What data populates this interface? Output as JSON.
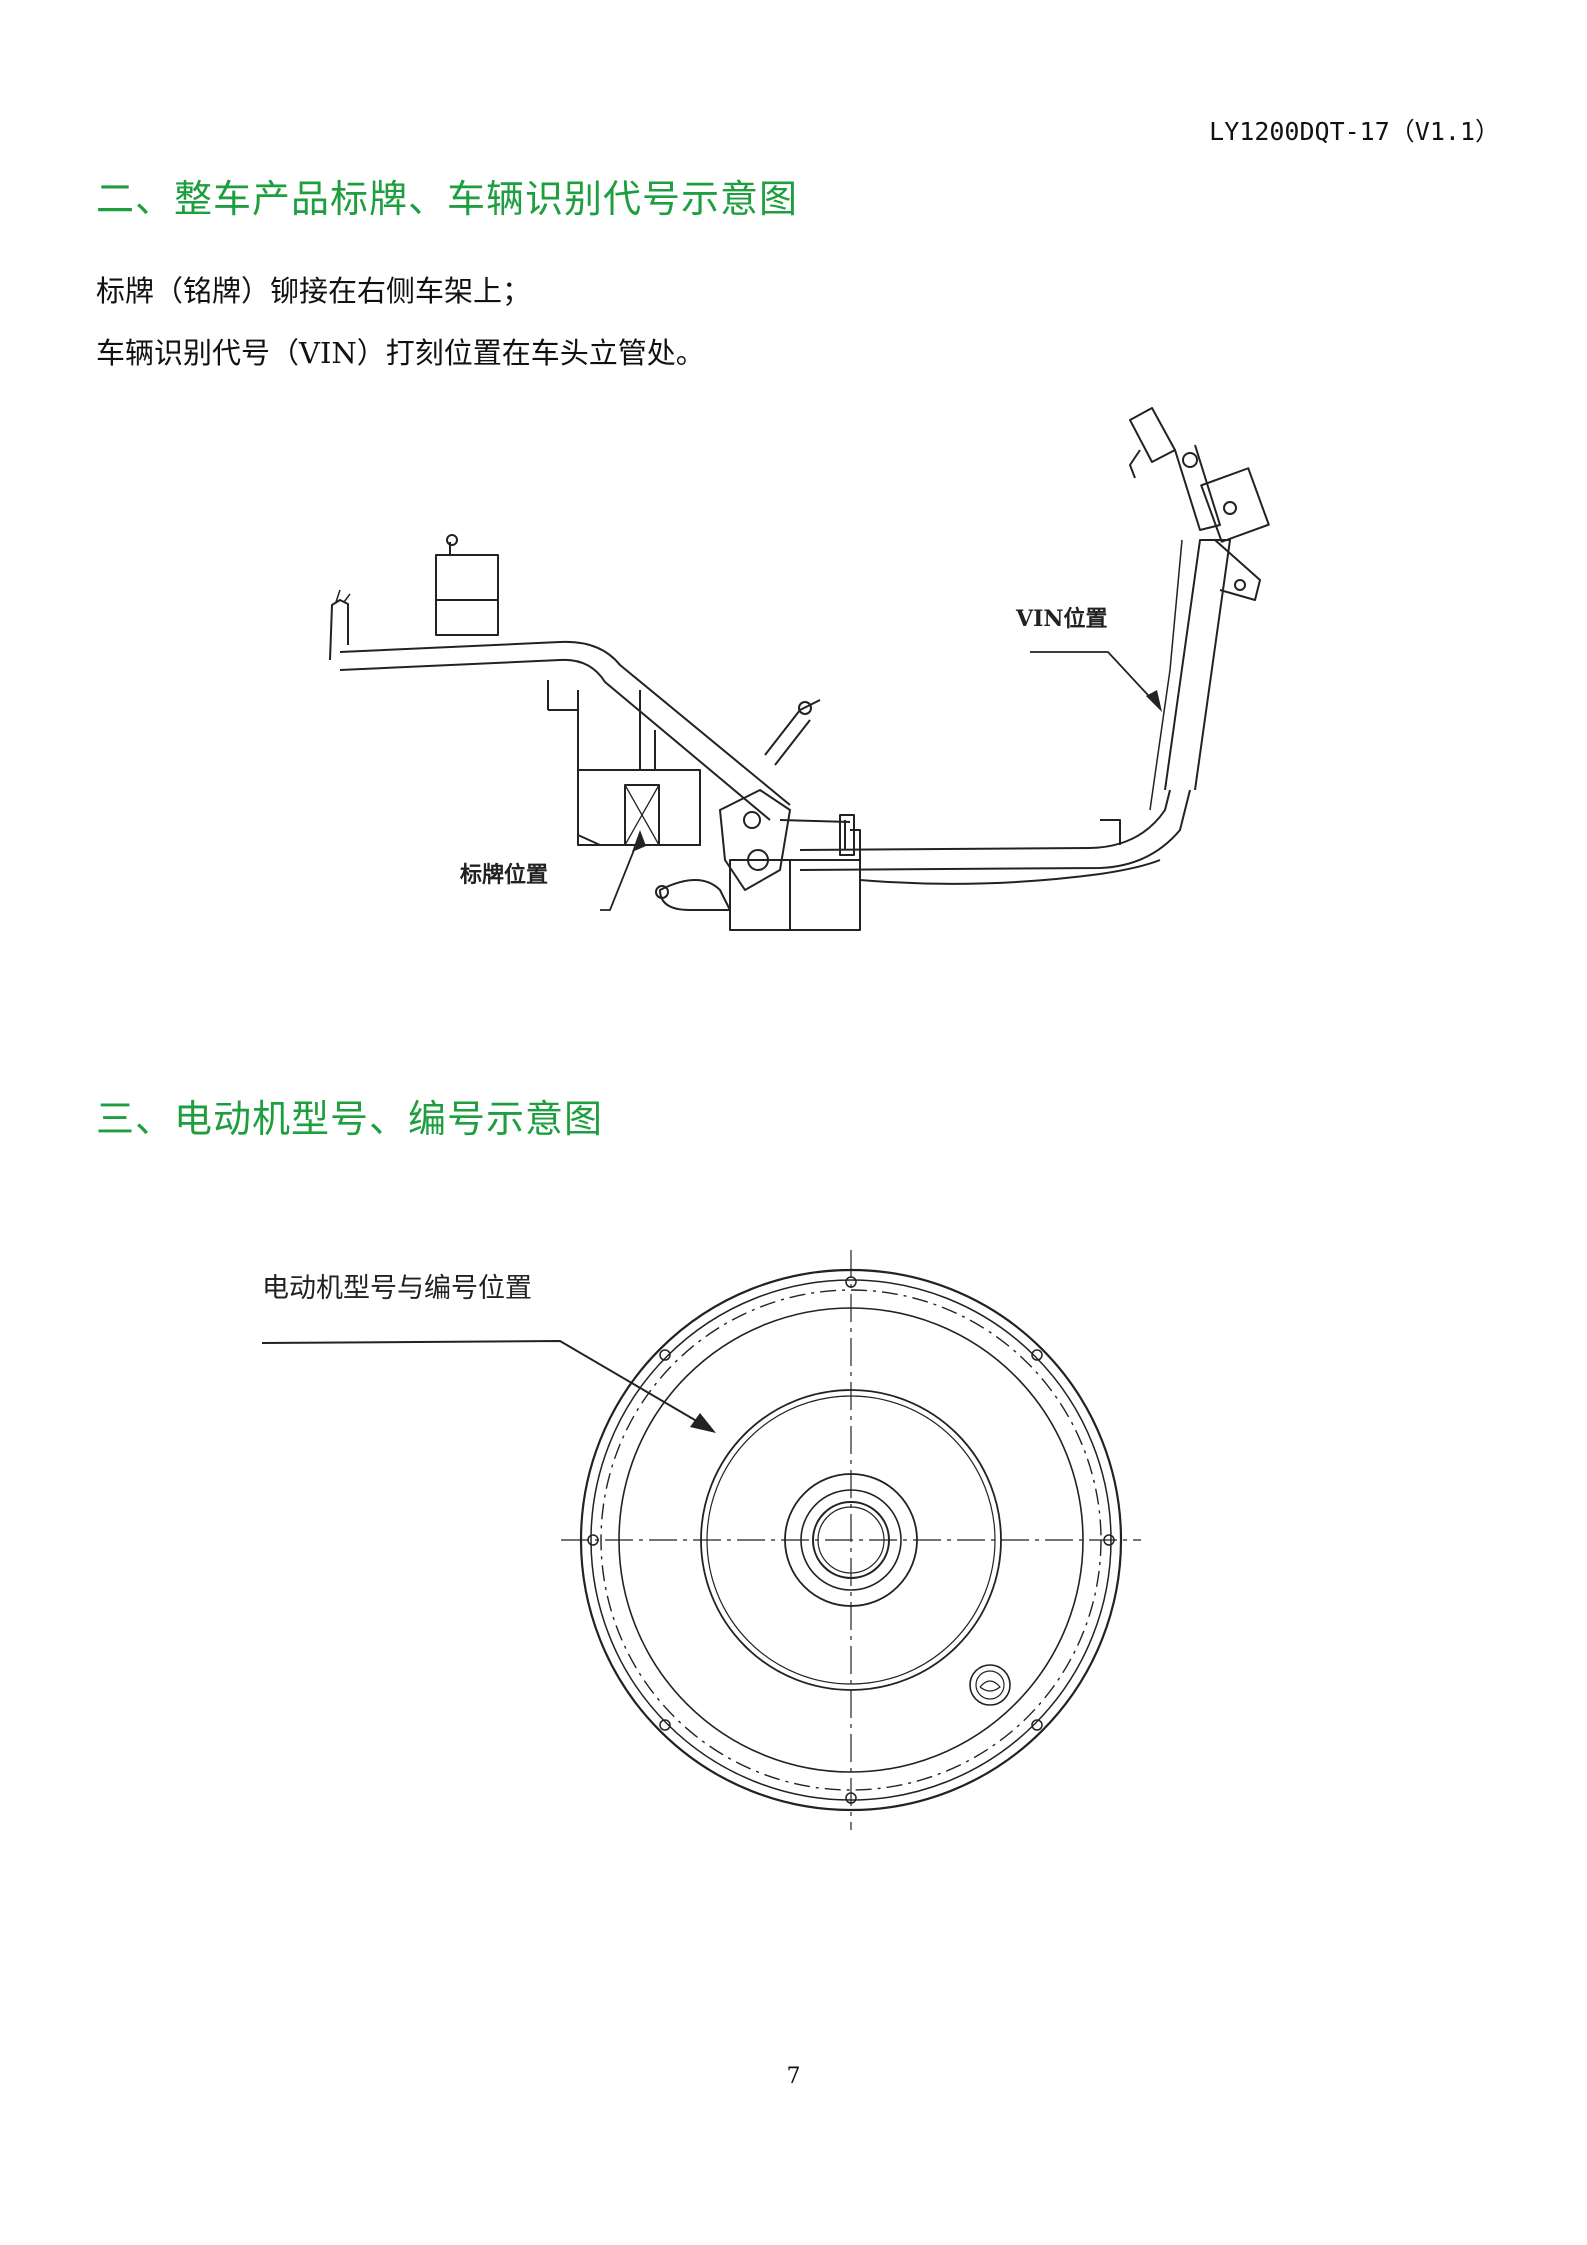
{
  "header": {
    "doc_code": "LY1200DQT-17（V1.1）"
  },
  "section2": {
    "title": "二、整车产品标牌、车辆识别代号示意图",
    "lines": [
      "标牌（铭牌）铆接在右侧车架上；",
      "车辆识别代号（VIN）打刻位置在车头立管处。"
    ],
    "figure": {
      "label_plate": "标牌位置",
      "label_vin": "VIN位置"
    }
  },
  "section3": {
    "title": "三、电动机型号、编号示意图",
    "figure": {
      "label_motor": "电动机型号与编号位置"
    }
  },
  "footer": {
    "page_number": "7"
  }
}
